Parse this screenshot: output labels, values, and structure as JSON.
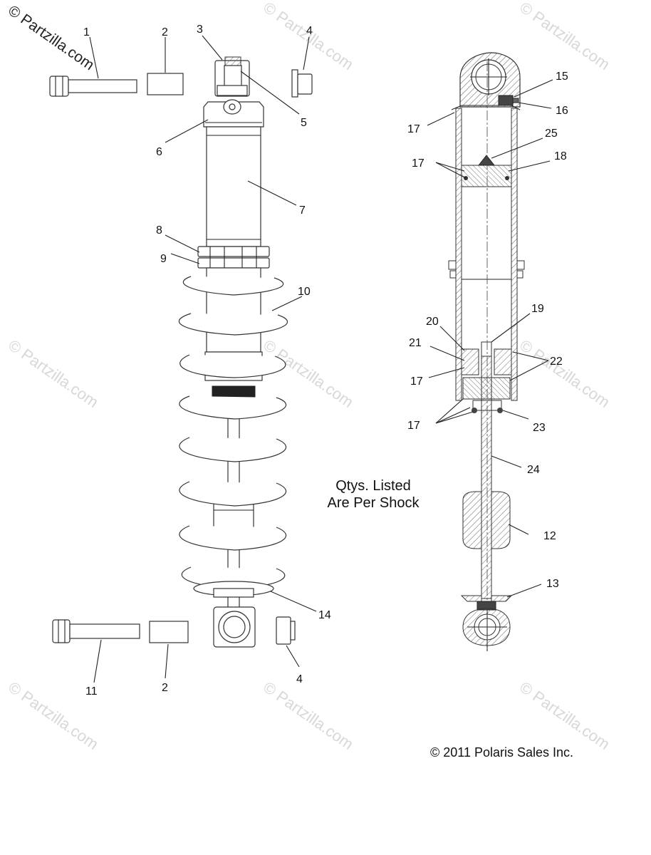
{
  "watermark": {
    "main": "© Partzilla.com",
    "repeat": "© Partzilla.com"
  },
  "note": {
    "line1": "Qtys. Listed",
    "line2": "Are Per Shock"
  },
  "copyright": "© 2011 Polaris Sales Inc.",
  "callouts": {
    "c1": "1",
    "c2_top": "2",
    "c3": "3",
    "c4_top": "4",
    "c5": "5",
    "c6": "6",
    "c7": "7",
    "c8": "8",
    "c9": "9",
    "c10": "10",
    "c11": "11",
    "c2_bottom": "2",
    "c4_bottom": "4",
    "c14": "14",
    "c15": "15",
    "c16": "16",
    "c17_a": "17",
    "c25": "25",
    "c17_b": "17",
    "c18": "18",
    "c19": "19",
    "c20": "20",
    "c21": "21",
    "c22": "22",
    "c17_c": "17",
    "c17_d": "17",
    "c23": "23",
    "c24": "24",
    "c12": "12",
    "c13": "13"
  }
}
